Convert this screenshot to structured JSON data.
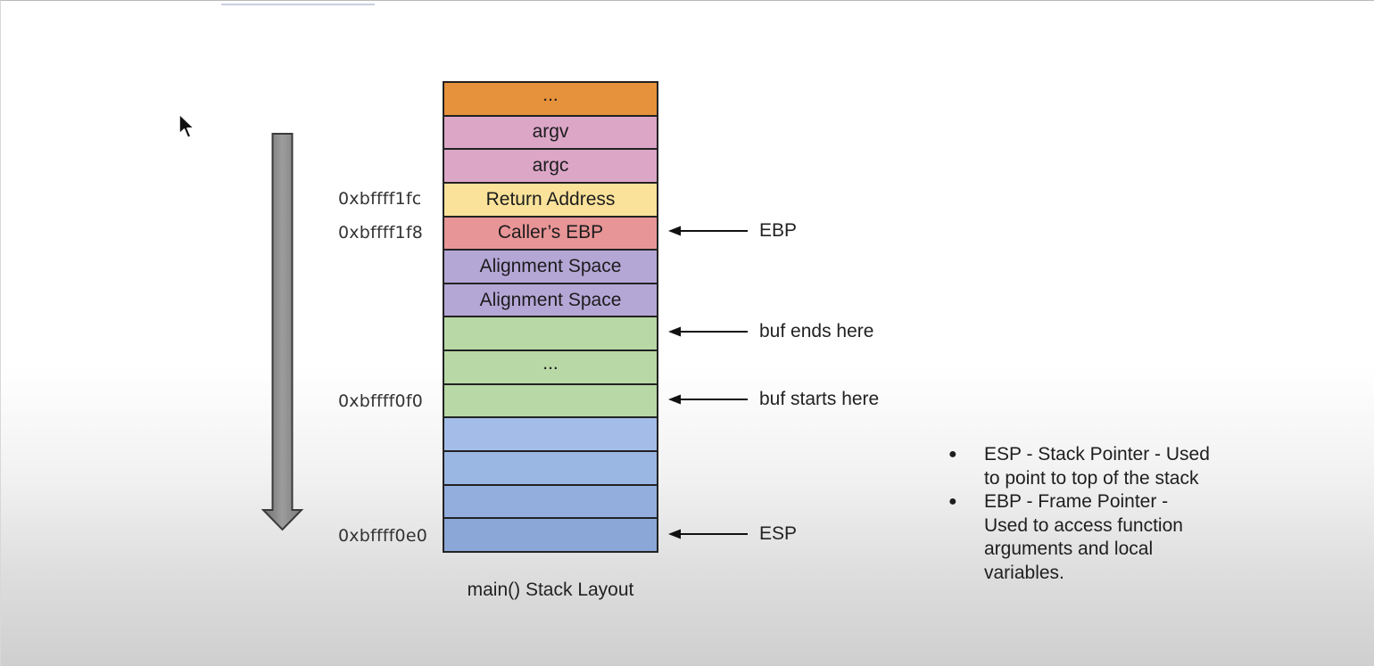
{
  "stack_layout": {
    "caption": "main() Stack Layout",
    "cells": [
      {
        "label": "...",
        "color": "#e6913b"
      },
      {
        "label": "argv",
        "color": "#dca6c7"
      },
      {
        "label": "argc",
        "color": "#dca6c7"
      },
      {
        "label": "Return Address",
        "color": "#fbe29a"
      },
      {
        "label": "Caller’s EBP",
        "color": "#e89597"
      },
      {
        "label": "Alignment Space",
        "color": "#b4a7d6"
      },
      {
        "label": "Alignment Space",
        "color": "#b4a7d6"
      },
      {
        "label": "",
        "color": "#b8d8a5"
      },
      {
        "label": "...",
        "color": "#b8d8a5"
      },
      {
        "label": "",
        "color": "#b8d8a5"
      },
      {
        "label": "",
        "color": "#a3bde8"
      },
      {
        "label": "",
        "color": "#9ab6e3"
      },
      {
        "label": "",
        "color": "#93aedd"
      },
      {
        "label": "",
        "color": "#8aa7d8"
      }
    ],
    "addresses": [
      {
        "text": "0xbffff1fc",
        "cell_index": 3
      },
      {
        "text": "0xbffff1f8",
        "cell_index": 4
      },
      {
        "text": "0xbffff0f0",
        "cell_index": 9
      },
      {
        "text": "0xbffff0e0",
        "cell_index": 13
      }
    ],
    "pointers": [
      {
        "label": "EBP",
        "cell_index": 4
      },
      {
        "label": "buf ends here",
        "cell_index": 7
      },
      {
        "label": "buf starts here",
        "cell_index": 9
      },
      {
        "label": "ESP",
        "cell_index": 13
      }
    ],
    "direction_icon": "down-arrow-icon"
  },
  "notes": {
    "items": [
      "ESP - Stack Pointer - Used to point to top of the stack",
      "EBP - Frame Pointer - Used to access function arguments and local variables."
    ]
  },
  "colors": {
    "orange": "#e6913b",
    "pink": "#dca6c7",
    "yellow": "#fbe29a",
    "red": "#e89597",
    "purple": "#b4a7d6",
    "green": "#b8d8a5",
    "blue": "#9ab6e3",
    "arrow_gray": "#8c8c8c"
  },
  "cursor_icon": "mouse-pointer-icon"
}
